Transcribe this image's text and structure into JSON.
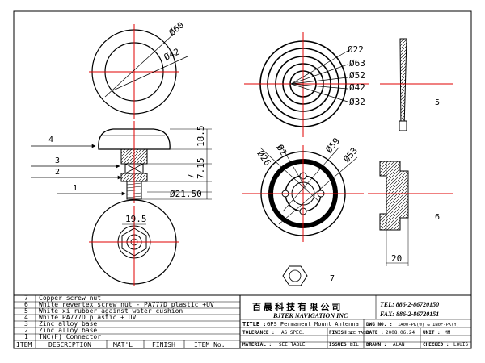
{
  "dimensions": {
    "top_outer_dia": "Ø60",
    "top_inner_dia": "Ø42",
    "side_height_upper": "18.5",
    "side_height_mid": "7.15",
    "side_height_low": "7",
    "side_base_dia": "Ø21.50",
    "bottom_nut_width": "19.5",
    "rings_d22": "Ø22",
    "rings_d63": "Ø63",
    "rings_d52": "Ø52",
    "rings_d42": "Ø42",
    "rings_d32": "Ø32",
    "mount_d26": "Ø26",
    "mount_d2": "Ø2",
    "mount_d59": "Ø59",
    "mount_d53": "Ø53",
    "profile_width": "20"
  },
  "callouts": [
    "1",
    "2",
    "3",
    "4",
    "5",
    "6",
    "7"
  ],
  "bom": {
    "rows": [
      {
        "item": "7",
        "description": "Copper screw nut"
      },
      {
        "item": "6",
        "description": "White revertex screw nut - PA777D plastic +UV"
      },
      {
        "item": "5",
        "description": "White xi rubber against water cushion"
      },
      {
        "item": "4",
        "description": "White PA777D plastic + UV"
      },
      {
        "item": "3",
        "description": "Zinc alloy base"
      },
      {
        "item": "2",
        "description": "Zinc alloy base"
      },
      {
        "item": "1",
        "description": "TNC(F) Connector"
      }
    ],
    "headers": [
      "ITEM",
      "DESCRIPTION",
      "MAT'L",
      "FINISH",
      "ITEM No."
    ]
  },
  "title_block": {
    "company_cn": "百 晨 科 技 有 限 公 司",
    "company_en": "BJTEK NAVIGATION INC",
    "tel": "TEL: 886-2-86720150",
    "fax": "FAX: 886-2-86720151",
    "title_label": "TITLE :",
    "title_value": "GPS Permanent Mount Antenna",
    "dwg_label": "DWG NO. :",
    "dwg_value": "1A00-PK(W) & 1N0F-PK(Y)",
    "tolerance_label": "TOLERANCE :",
    "tolerance_value": "AS SPEC.",
    "finish_label": "FINISH :",
    "finish_value": "SEE TABLE",
    "date_label": "DATE :",
    "date_value": "2008.06.24",
    "unit_label": "UNIT :",
    "unit_value": "MM",
    "material_label": "MATERIAL :",
    "material_value": "SEE TABLE",
    "issues_label": "ISSUES :",
    "issues_value": "NIL",
    "drawn_label": "DRAWN :",
    "drawn_value": "ALAN",
    "checked_label": "CHECKED :",
    "checked_value": "LOUIS"
  },
  "colors": {
    "line": "#000000",
    "centerline": "#e00000",
    "hatch": "#000000",
    "background": "#ffffff"
  }
}
